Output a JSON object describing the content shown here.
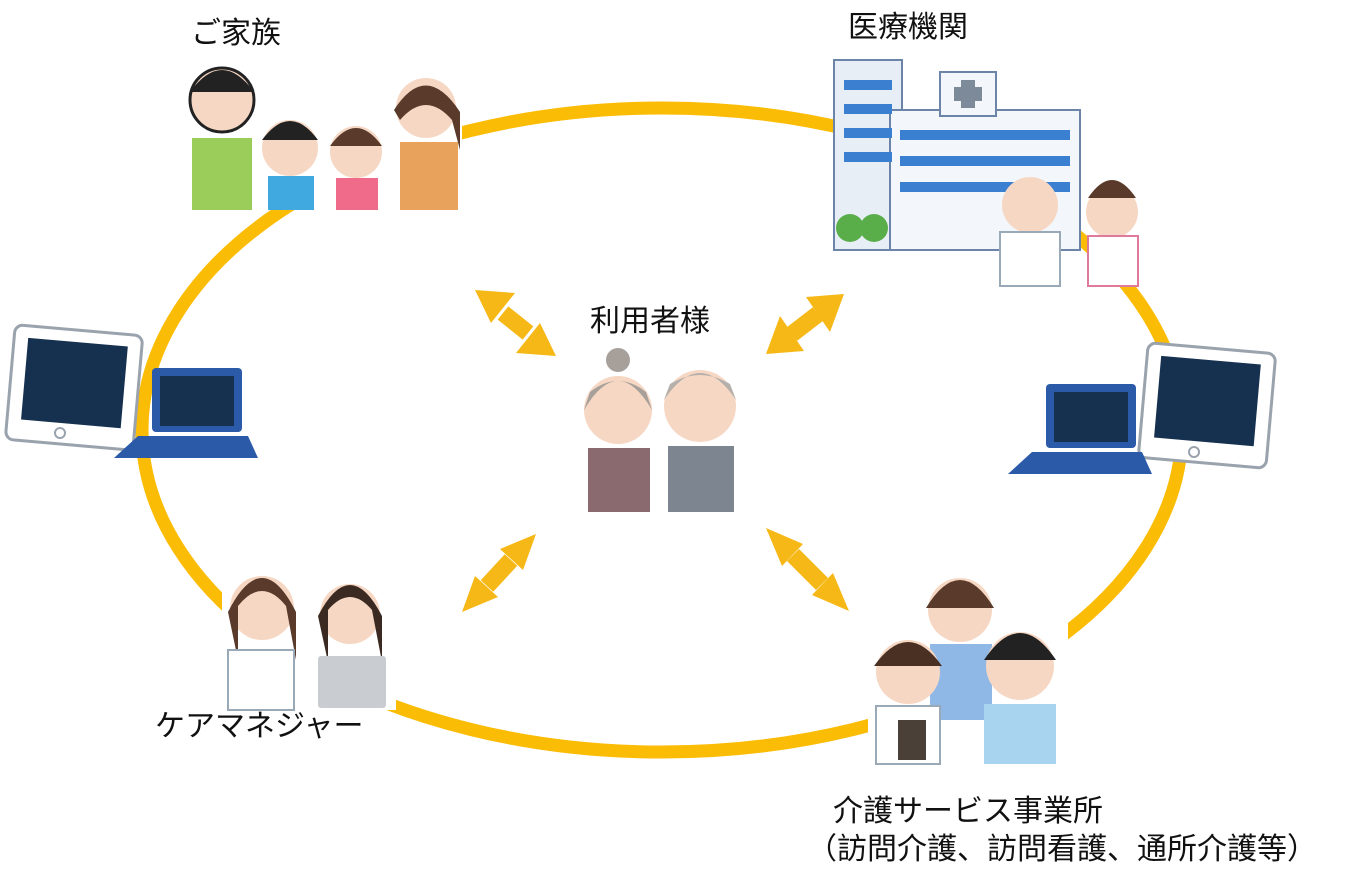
{
  "nodes": {
    "family": {
      "label": "ご家族"
    },
    "medical": {
      "label": "医療機関"
    },
    "user": {
      "label": "利用者様"
    },
    "care_manager": {
      "label": "ケアマネジャー"
    },
    "care_service": {
      "label": "介護サービス事業所",
      "sublabel": "（訪問介護、訪問看護、通所介護等）"
    }
  },
  "colors": {
    "ring": "#FBBC05",
    "arrow": "#F6B816"
  }
}
